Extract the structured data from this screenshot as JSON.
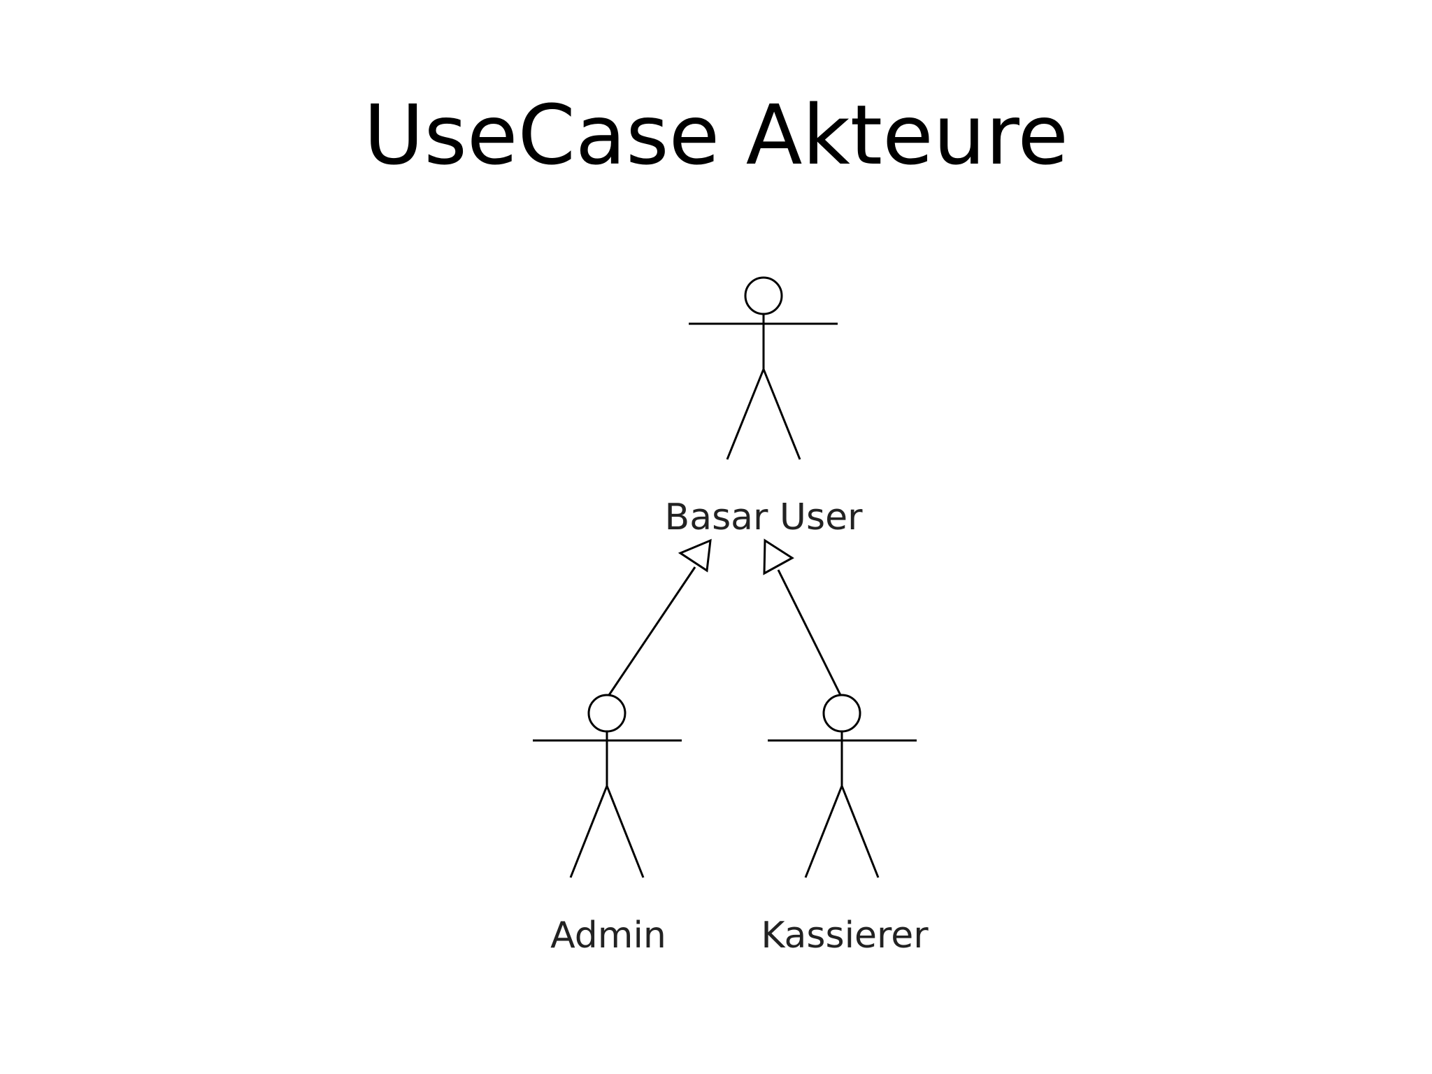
{
  "slide": {
    "title": "UseCase Akteure"
  },
  "diagram": {
    "actors": [
      {
        "id": "basar-user",
        "label": "Basar User",
        "icon": "stick-figure-icon"
      },
      {
        "id": "admin",
        "label": "Admin",
        "icon": "stick-figure-icon"
      },
      {
        "id": "kassierer",
        "label": "Kassierer",
        "icon": "stick-figure-icon"
      }
    ],
    "relations": [
      {
        "from": "admin",
        "to": "basar-user",
        "type": "generalization"
      },
      {
        "from": "kassierer",
        "to": "basar-user",
        "type": "generalization"
      }
    ],
    "colors": {
      "stroke": "#000000",
      "label": "#222222",
      "background": "#ffffff"
    }
  }
}
